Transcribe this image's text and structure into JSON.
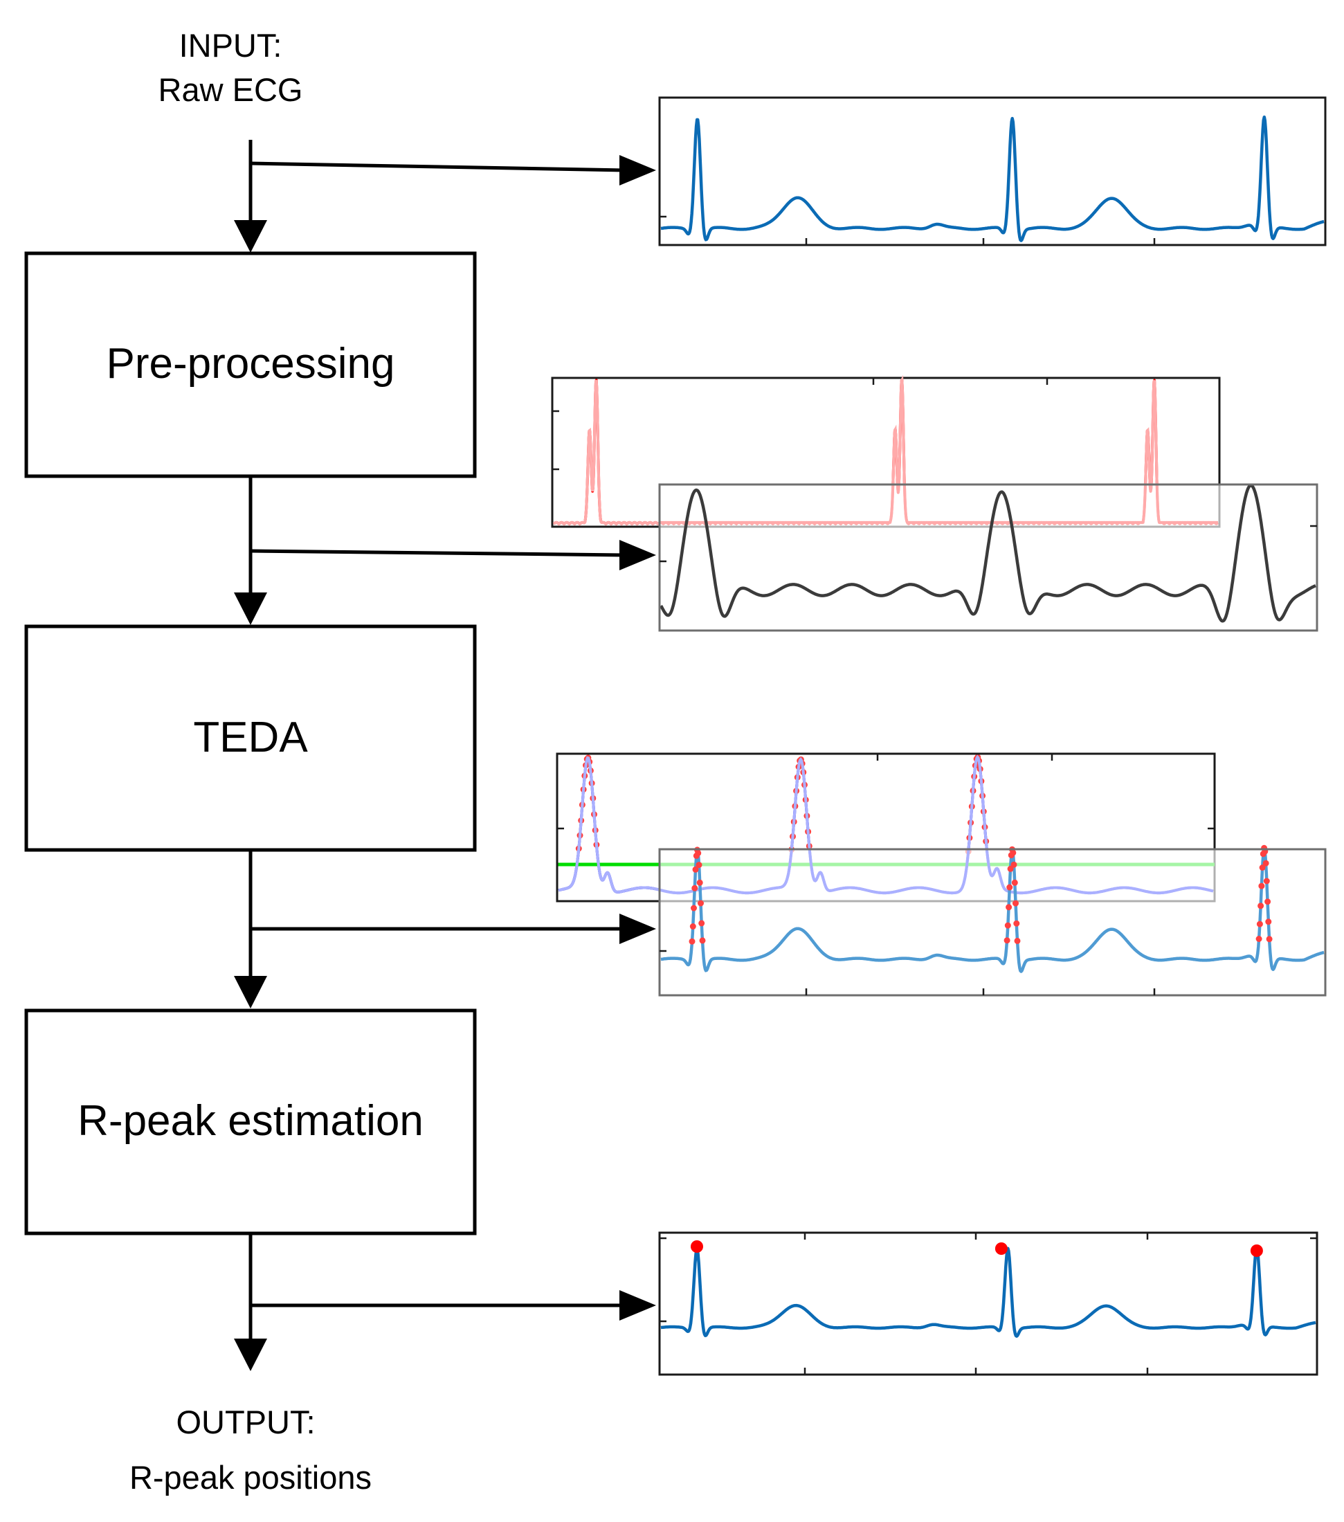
{
  "input": {
    "heading": "INPUT:",
    "text": "Raw ECG"
  },
  "blocks": [
    {
      "label": "Pre-processing"
    },
    {
      "label": "TEDA"
    },
    {
      "label": "R-peak estimation"
    }
  ],
  "output": {
    "heading": "OUTPUT:",
    "text": "R-peak positions"
  },
  "colors": {
    "ecg": "#0b6bb5",
    "ecg_faded": "#4f9bd3",
    "preprocessed": "#ff0000",
    "preprocessed_faded": "#ffaaaa",
    "filtered": "#3b3b3b",
    "teda": "#0000dd",
    "teda_faded": "#aab0ff",
    "threshold": "#00dd00",
    "threshold_faded": "#a6f5a6",
    "samples": "#ff4040",
    "r_peak_marker": "#ff0000"
  }
}
